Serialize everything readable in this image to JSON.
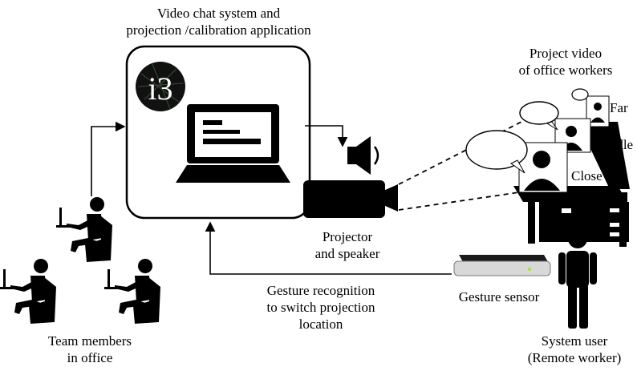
{
  "labels": {
    "app_line1": "Video chat system and",
    "app_line2": "projection /calibration application",
    "project_line1": "Project video",
    "project_line2": "of office workers",
    "far": "Far",
    "middle": "Middle",
    "close": "Close",
    "projector_line1": "Projector",
    "projector_line2": "and speaker",
    "gesture_line1": "Gesture recognition",
    "gesture_line2": "to switch projection",
    "gesture_line3": "location",
    "sensor": "Gesture sensor",
    "team_line1": "Team members",
    "team_line2": "in office",
    "user_line1": "System user",
    "user_line2": "(Remote worker)"
  },
  "logo_text": "i3",
  "colors": {
    "ink": "#000000",
    "background": "#ffffff",
    "sensor_body": "#d8d8d8",
    "sensor_top": "#1a1a1a",
    "sensor_led": "#a6e23a"
  }
}
